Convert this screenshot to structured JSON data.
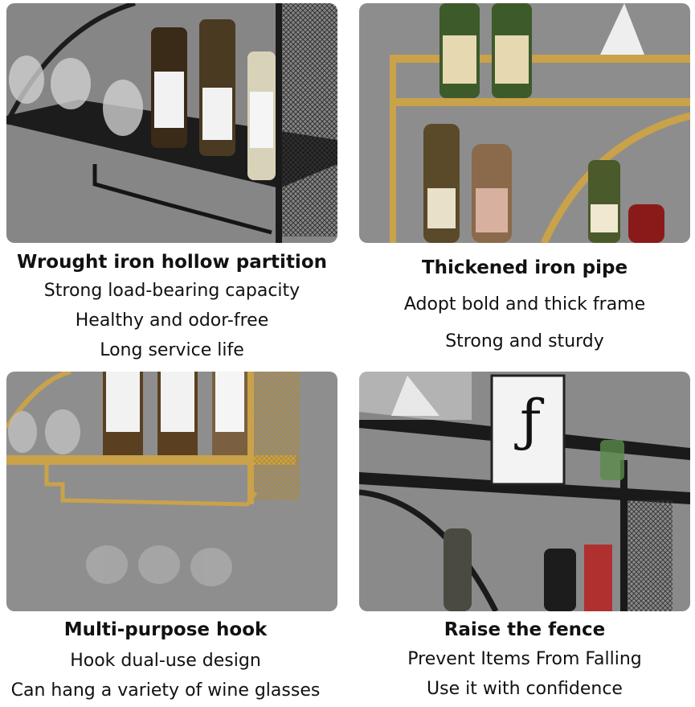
{
  "panels": [
    {
      "photo": "black-wine-rack-mesh-partition-photo",
      "title": "Wrought iron hollow partition",
      "lines": [
        "Strong load-bearing capacity",
        "Healthy and odor-free",
        "Long service life"
      ]
    },
    {
      "photo": "gold-frame-shelf-bottles-photo",
      "title": "Thickened iron pipe",
      "lines": [
        "Adopt bold and thick frame",
        "Strong and sturdy"
      ]
    },
    {
      "photo": "gold-rack-glass-hooks-photo",
      "title": "Multi-purpose hook",
      "lines": [
        "Hook dual-use design",
        "Can hang a variety of wine glasses"
      ]
    },
    {
      "photo": "black-shelf-fence-photo",
      "title": "Raise the fence",
      "lines": [
        "Prevent Items From Falling",
        "Use it with confidence"
      ]
    }
  ],
  "colors": {
    "wall": "#8f8f8f",
    "iron_black": "#1c1c1c",
    "gold": "#c9a24a",
    "text": "#111111"
  }
}
